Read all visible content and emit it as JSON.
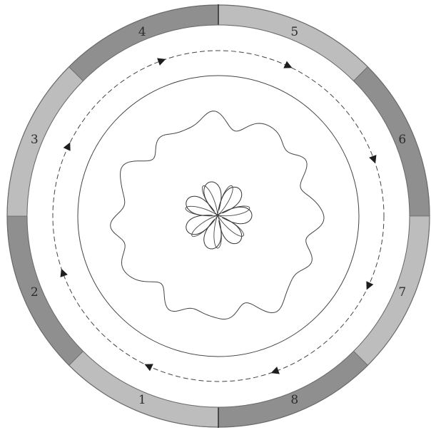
{
  "ring": {
    "colors": {
      "light": "#bdbdbd",
      "dark": "#8f8f8f",
      "outline": "#6a6a6a",
      "line": "#444444",
      "background": "#ffffff"
    },
    "segments": [
      {
        "label": "1",
        "shade": "light"
      },
      {
        "label": "2",
        "shade": "dark"
      },
      {
        "label": "3",
        "shade": "light"
      },
      {
        "label": "4",
        "shade": "dark"
      },
      {
        "label": "5",
        "shade": "light"
      },
      {
        "label": "6",
        "shade": "dark"
      },
      {
        "label": "7",
        "shade": "light"
      },
      {
        "label": "8",
        "shade": "dark"
      }
    ]
  },
  "flow": {
    "direction": "clockwise",
    "outer_arrow_count": 8
  },
  "center": {
    "petals": 7,
    "icon": "rosette-knot-icon"
  }
}
